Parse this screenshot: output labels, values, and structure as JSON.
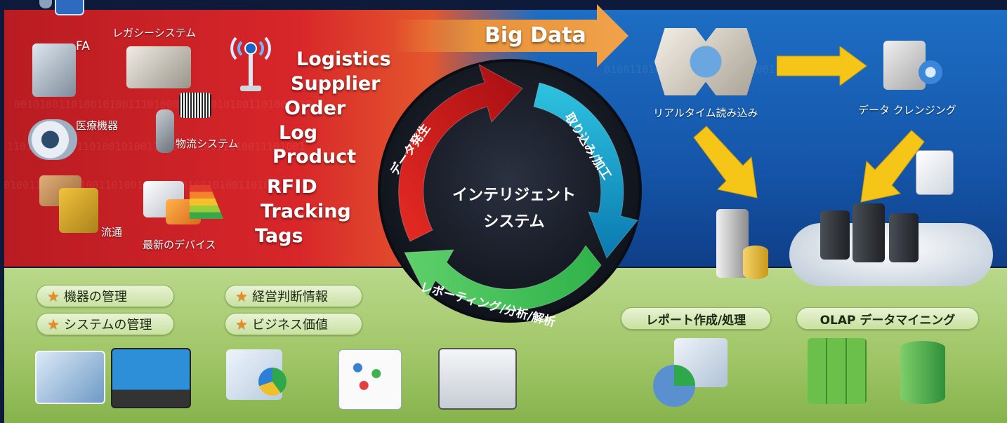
{
  "banner": {
    "big_data": "Big Data"
  },
  "sources": {
    "fa": "FA",
    "legacy": "レガシーシステム",
    "medical": "医療機器",
    "logistics_system": "物流システム",
    "distribution": "流通",
    "latest_devices": "最新のデバイス"
  },
  "data_keywords": [
    "Logistics",
    "Supplier",
    "Order",
    "Log",
    "Product",
    "RFID",
    "Tracking",
    "Tags"
  ],
  "cycle": {
    "center_line1": "インテリジェント",
    "center_line2": "システム",
    "generate": "データ発生",
    "ingest": "取り込み/加工",
    "report": "レポーティング/分析/解析"
  },
  "processing": {
    "realtime": "リアルタイム読み込み",
    "cleansing": "データ クレンジング"
  },
  "management": {
    "device_mgmt": "機器の管理",
    "system_mgmt": "システムの管理",
    "business_info": "経営判断情報",
    "business_value": "ビジネス価値"
  },
  "outputs": {
    "report_processing": "レポート作成/処理",
    "olap": "OLAP データマイニング"
  },
  "colors": {
    "red_zone": "#d8262a",
    "blue_zone": "#1556aa",
    "green_zone": "#9fc566",
    "orange_arrow": "#e8923a",
    "yellow_arrow": "#f5c518"
  }
}
